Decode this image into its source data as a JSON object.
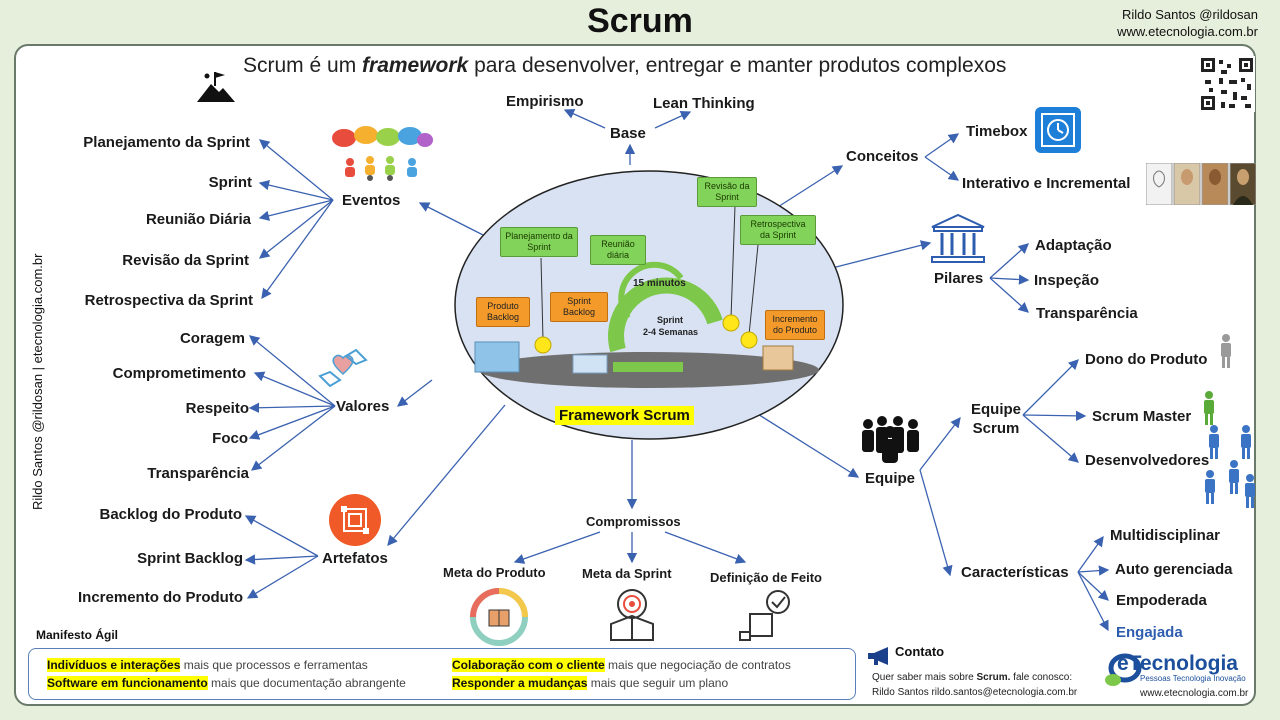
{
  "header": {
    "title": "Scrum",
    "author": "Rildo Santos @rildosan",
    "site": "www.etecnologia.com.br"
  },
  "subtitle": {
    "prefix": "Scrum é um ",
    "emphasis": "framework",
    "suffix": " para desenvolver, entregar e manter produtos complexos"
  },
  "vertical_text": "Rildo Santos @rildosan | etecnologia.com.br",
  "base": {
    "label": "Base",
    "items": [
      "Empirismo",
      "Lean Thinking"
    ]
  },
  "eventos": {
    "label": "Eventos",
    "items": [
      "Planejamento da Sprint",
      "Sprint",
      "Reunião Diária",
      "Revisão da Sprint",
      "Retrospectiva da Sprint"
    ]
  },
  "valores": {
    "label": "Valores",
    "items": [
      "Coragem",
      "Comprometimento",
      "Respeito",
      "Foco",
      "Transparência"
    ]
  },
  "artefatos": {
    "label": "Artefatos",
    "items": [
      "Backlog do Produto",
      "Sprint Backlog",
      "Incremento do Produto"
    ]
  },
  "compromissos": {
    "label": "Compromissos",
    "items": [
      "Meta do Produto",
      "Meta da Sprint",
      "Definição de Feito"
    ]
  },
  "conceitos": {
    "label": "Conceitos",
    "items": [
      "Timebox",
      "Interativo e Incremental"
    ]
  },
  "pilares": {
    "label": "Pilares",
    "items": [
      "Adaptação",
      "Inspeção",
      "Transparência"
    ]
  },
  "equipe": {
    "label": "Equipe",
    "equipe_scrum": {
      "label": "Equipe Scrum",
      "items": [
        "Dono do Produto",
        "Scrum Master",
        "Desenvolvedores"
      ]
    },
    "caracteristicas": {
      "label": "Características",
      "items": [
        "Multidisciplinar",
        "Auto gerenciada",
        "Empoderada",
        "Engajada"
      ]
    }
  },
  "framework": {
    "label": "Framework Scrum",
    "boxes": {
      "planejamento": "Planejamento da Sprint",
      "reuniao": "Reunião diária",
      "revisao": "Revisão da Sprint",
      "retrospectiva": "Retrospectiva da Sprint",
      "produto_backlog": "Produto Backlog",
      "sprint_backlog": "Sprint Backlog",
      "incremento": "Incremento do Produto"
    },
    "minutes": "15 minutos",
    "sprint": "Sprint",
    "weeks": "2-4 Semanas"
  },
  "manifesto": {
    "title": "Manifesto Ágil",
    "lines": [
      {
        "bold": "Indivíduos e interações",
        "rest": " mais que processos  e ferramentas"
      },
      {
        "bold": "Software em funcionamento",
        "rest": " mais que documentação abrangente"
      },
      {
        "bold": "Colaboração com o cliente",
        "rest": " mais que negociação de contratos"
      },
      {
        "bold": "Responder a mudanças",
        "rest": " mais que seguir um plano"
      }
    ]
  },
  "contact": {
    "label": "Contato",
    "line1_prefix": "Quer saber mais sobre ",
    "line1_bold": "Scrum.",
    "line1_suffix": " fale conosco:",
    "line2": "Rildo Santos rildo.santos@etecnologia.com.br"
  },
  "brand": {
    "name": "eTecnologia",
    "tagline": "Pessoas Tecnologia Inovação",
    "url": "www.etecnologia.com.br"
  },
  "colors": {
    "background": "#e6efdc",
    "arrow": "#3b62b0",
    "highlight": "#ffff00",
    "box_green": "#82d35a",
    "box_orange": "#f39a2b",
    "brand": "#1c4f9c"
  }
}
